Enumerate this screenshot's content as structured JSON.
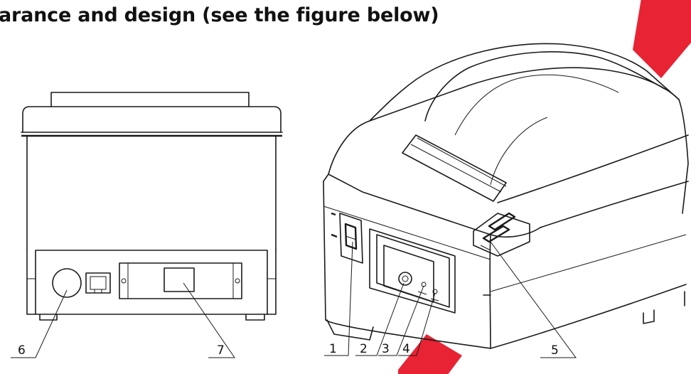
{
  "heading": "arance and design (see the figure below)",
  "callouts": [
    "1",
    "2",
    "3",
    "4",
    "5",
    "6",
    "7"
  ],
  "colors": {
    "line": "#1a1a1a",
    "watermark": "#e60b1d",
    "background": "#ffffff"
  }
}
